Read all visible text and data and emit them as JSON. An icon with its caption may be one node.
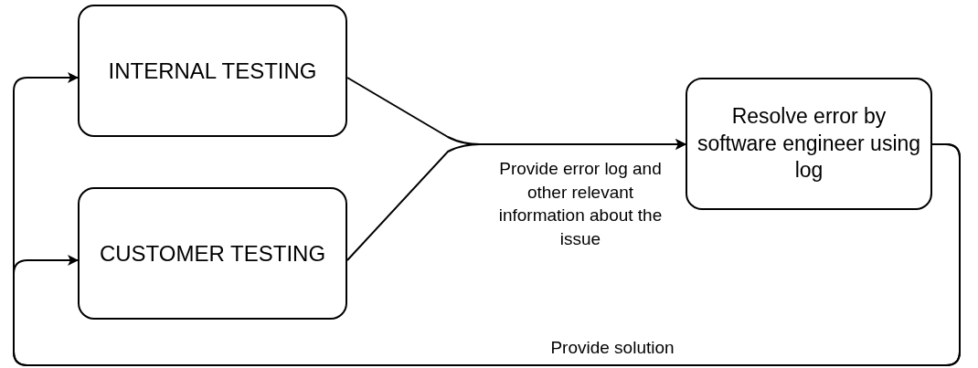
{
  "diagram": {
    "nodes": [
      {
        "text": [
          "INTERNAL TESTING"
        ]
      },
      {
        "text": [
          "CUSTOMER TESTING"
        ]
      },
      {
        "text": [
          "Resolve error by software engineer using log"
        ]
      }
    ],
    "edges": [
      {
        "from": 0,
        "to": 2,
        "arrow": "to",
        "label": "Provide error log and other relevant information about the issue"
      },
      {
        "from": 1,
        "to": 2,
        "arrow": "to"
      },
      {
        "from": 2,
        "to": 0,
        "arrow": "to"
      },
      {
        "from": 2,
        "to": 1,
        "arrow": "to",
        "label": "Provide solution"
      }
    ]
  }
}
